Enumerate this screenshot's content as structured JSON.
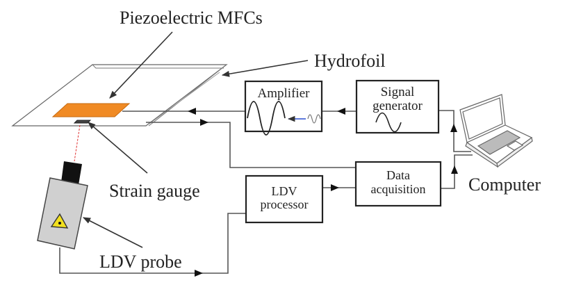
{
  "diagram": {
    "title_labels": {
      "mfc": "Piezoelectric MFCs",
      "hydrofoil": "Hydrofoil",
      "strain_gauge": "Strain gauge",
      "ldv_probe": "LDV probe",
      "computer": "Computer"
    },
    "blocks": {
      "amplifier": {
        "label": "Amplifier"
      },
      "signal_generator": {
        "line1": "Signal",
        "line2": "generator"
      },
      "data_acquisition": {
        "line1": "Data",
        "line2": "acquisition"
      },
      "ldv_processor": {
        "line1": "LDV",
        "line2": "processor"
      }
    },
    "colors": {
      "mfc_patch": "#f08a24",
      "laser_beam": "#e03030",
      "probe_body": "#d0d0d0",
      "warning_sign": "#f2e01e",
      "amp_arrow": "#2a4fd0"
    },
    "connections": [
      {
        "from": "Signal generator",
        "to": "Amplifier"
      },
      {
        "from": "Amplifier",
        "to": "Piezoelectric MFCs"
      },
      {
        "from": "Strain gauge",
        "to": "Data acquisition"
      },
      {
        "from": "LDV probe",
        "to": "LDV processor"
      },
      {
        "from": "LDV processor",
        "to": "Data acquisition"
      },
      {
        "from": "Data acquisition",
        "to": "Computer"
      },
      {
        "from": "Computer",
        "to": "Signal generator"
      }
    ]
  }
}
